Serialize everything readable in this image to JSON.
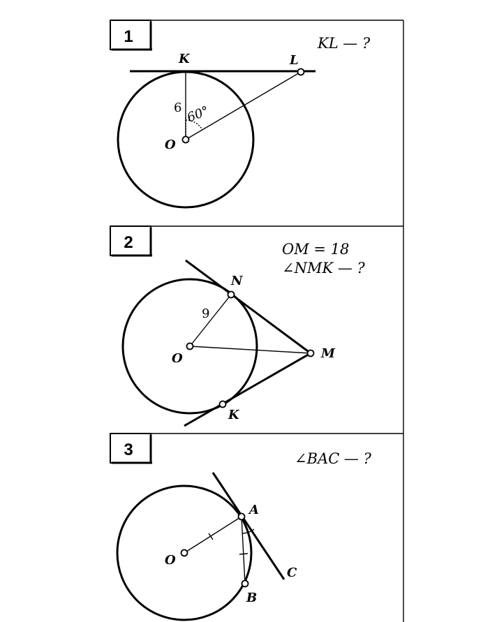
{
  "problems": [
    {
      "number": "1",
      "question": "KL — ?",
      "points": {
        "K": "K",
        "L": "L",
        "O": "O"
      },
      "radius_label": "6",
      "angle_label": "60°"
    },
    {
      "number": "2",
      "given": "OM = 18",
      "question": "∠NMK — ?",
      "points": {
        "N": "N",
        "M": "M",
        "K": "K",
        "O": "O"
      },
      "radius_label": "9"
    },
    {
      "number": "3",
      "question": "∠BAC — ?",
      "points": {
        "A": "A",
        "B": "B",
        "C": "C",
        "O": "O"
      }
    }
  ]
}
